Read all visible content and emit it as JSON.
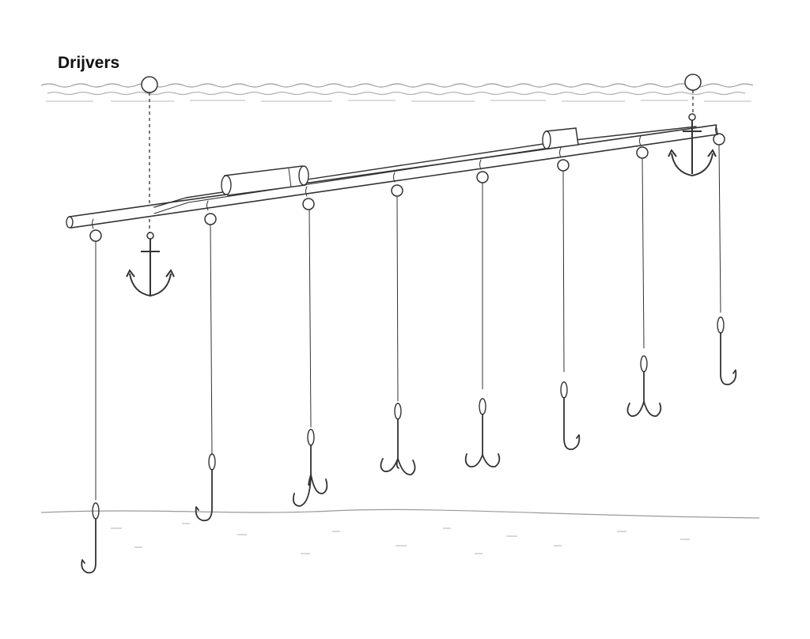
{
  "title": "Drijvers",
  "colors": {
    "ink": "#333333",
    "faint": "#9a9a9a",
    "background": "#ffffff"
  },
  "diagram": {
    "hooks": [
      {
        "type": "single"
      },
      {
        "type": "single"
      },
      {
        "type": "treble"
      },
      {
        "type": "treble"
      },
      {
        "type": "treble"
      },
      {
        "type": "single"
      },
      {
        "type": "treble"
      },
      {
        "type": "single"
      }
    ],
    "anchors": [
      {
        "side": "left"
      },
      {
        "side": "right"
      }
    ],
    "floats": [
      {
        "side": "left"
      },
      {
        "side": "right"
      }
    ]
  }
}
